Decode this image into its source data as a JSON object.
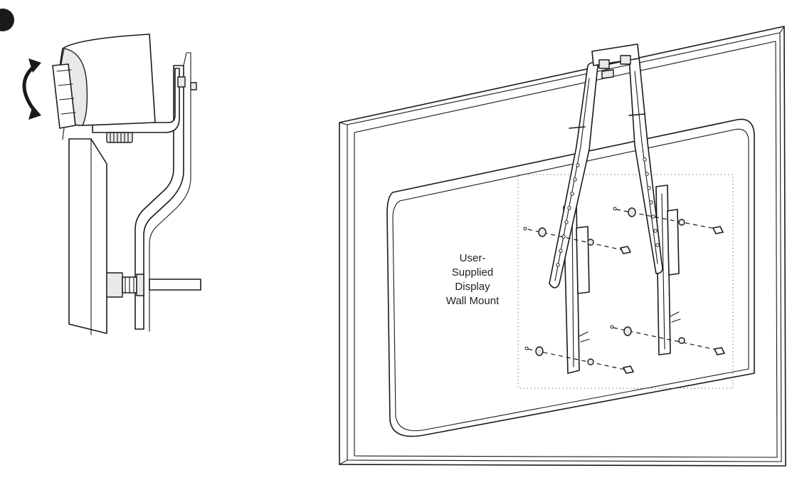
{
  "step_badge": {
    "number": ""
  },
  "main_label": {
    "lines": [
      "User-",
      "Supplied",
      "Display",
      "Wall Mount"
    ]
  },
  "icons": {
    "rotate": "rotate-arrows-icon",
    "screw": "screw-icon",
    "spacer": "spacer-icon",
    "washer": "washer-icon"
  },
  "colors": {
    "line": "#1a1a1a",
    "background": "#ffffff"
  }
}
